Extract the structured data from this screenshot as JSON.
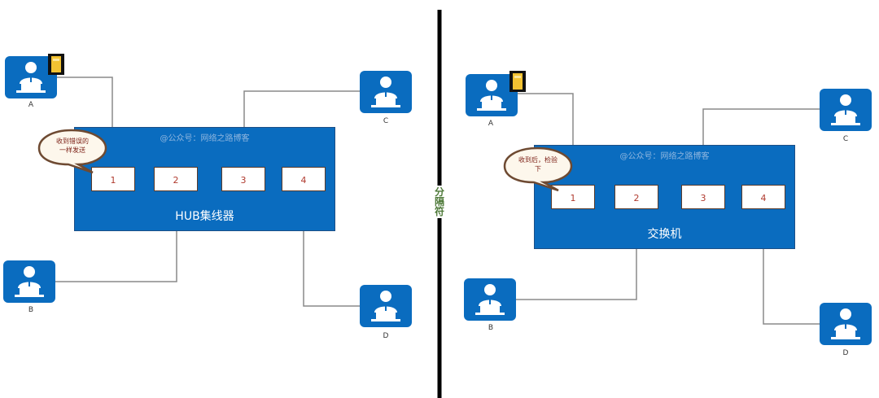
{
  "left_panel": {
    "device_label": "HUB集线器",
    "watermark": "@公众号：网络之路博客",
    "ports": [
      "1",
      "2",
      "3",
      "4"
    ],
    "bubble_text": "收到错误的\n一样发送",
    "computers": [
      "A",
      "B",
      "C",
      "D"
    ]
  },
  "right_panel": {
    "device_label": "交换机",
    "watermark": "@公众号：网络之路博客",
    "ports": [
      "1",
      "2",
      "3",
      "4"
    ],
    "bubble_text": "收到后，检验\n下",
    "computers": [
      "A",
      "B",
      "C",
      "D"
    ]
  },
  "divider_label": "分隔符",
  "colors": {
    "device_fill": "#0a6cbf",
    "computer_tile": "#0a6cbf",
    "wire": "#8a8a8a",
    "bubble_fill": "#fdf7ec",
    "bubble_border": "#6e4a32",
    "port_number": "#b03a2e",
    "divider": "#000000",
    "divider_text": "#4f7a3a",
    "file_icon": "#f2c232"
  },
  "icons": [
    "user-computer-icon",
    "folder-file-icon",
    "speech-bubble-icon"
  ]
}
